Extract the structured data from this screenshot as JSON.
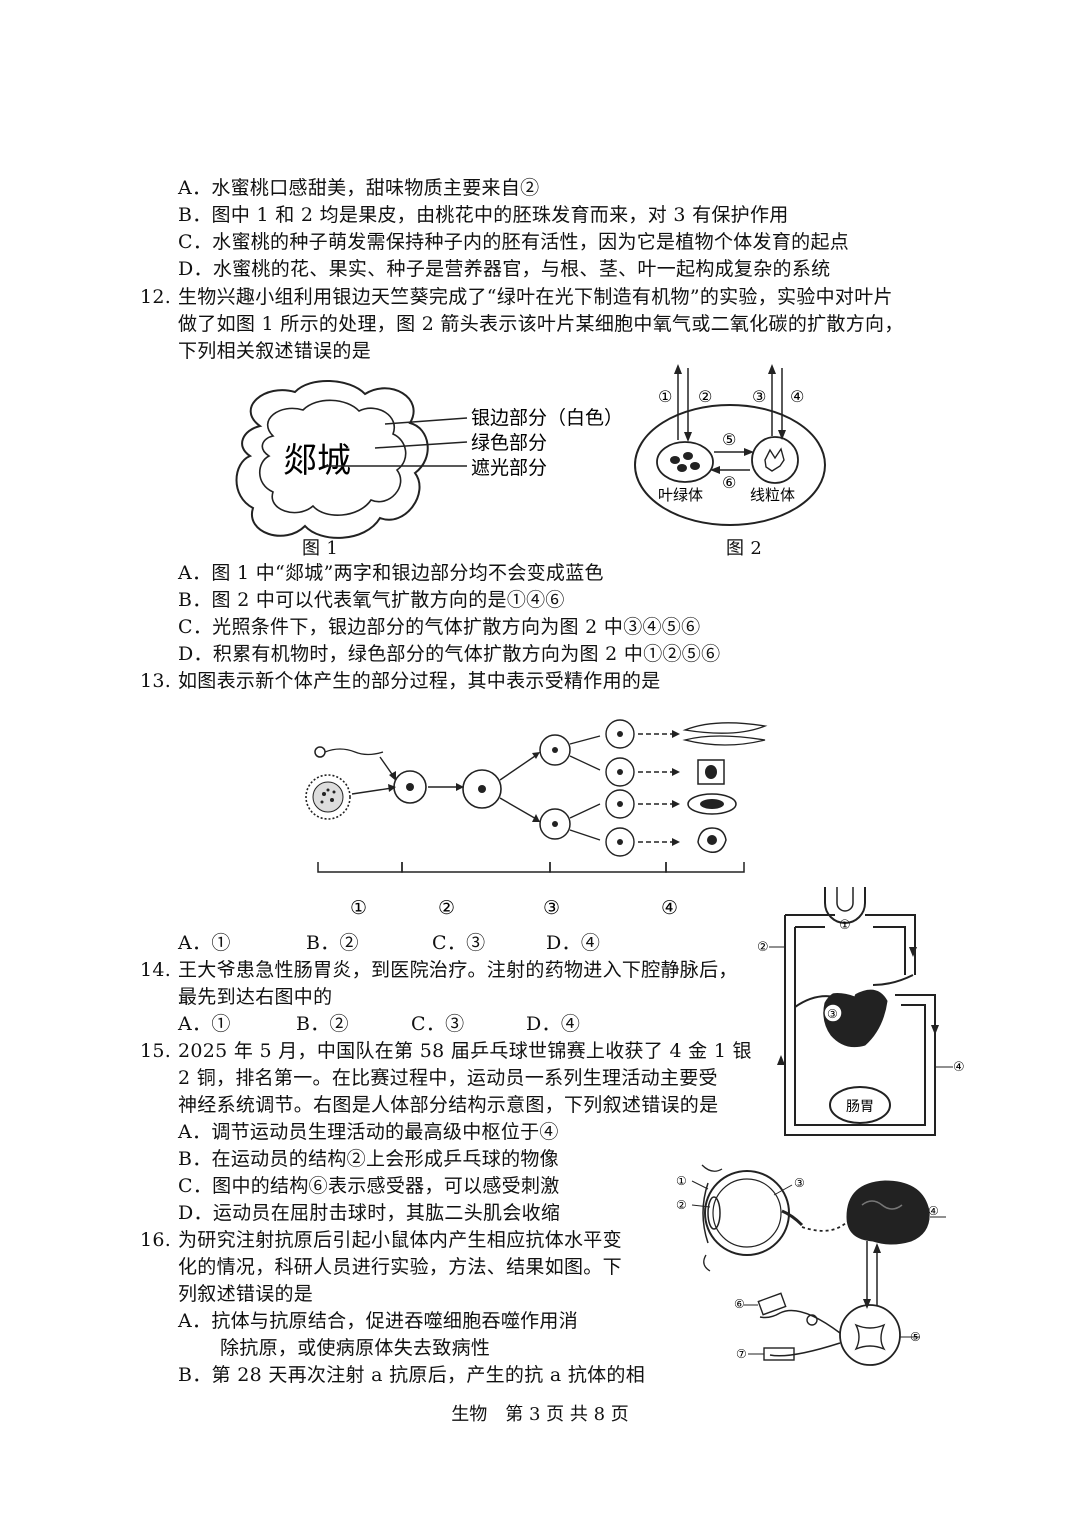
{
  "q11": {
    "a": "A．水蜜桃口感甜美，甜味物质主要来自②",
    "b": "B．图中 1 和 2 均是果皮，由桃花中的胚珠发育而来，对 3 有保护作用",
    "c": "C．水蜜桃的种子萌发需保持种子内的胚有活性，因为它是植物个体发育的起点",
    "d": "D．水蜜桃的花、果实、种子是营养器官，与根、茎、叶一起构成复杂的系统"
  },
  "q12": {
    "number": "12.",
    "line1": "生物兴趣小组利用银边天竺葵完成了“绿叶在光下制造有机物”的实验，实验中对叶片",
    "line2": "做了如图 1 所示的处理，图 2 箭头表示该叶片某细胞中氧气或二氧化碳的扩散方向，",
    "line3": "下列相关叙述错误的是",
    "fig1": {
      "leaf_text": "郯城",
      "label1": "银边部分（白色）",
      "label2": "绿色部分",
      "label3": "遮光部分",
      "caption": "图 1"
    },
    "fig2": {
      "n1": "①",
      "n2": "②",
      "n3": "③",
      "n4": "④",
      "n5": "⑤",
      "n6": "⑥",
      "chloroplast": "叶绿体",
      "mitochondria": "线粒体",
      "caption": "图 2"
    },
    "a": "A．图 1 中“郯城”两字和银边部分均不会变成蓝色",
    "b": "B．图 2 中可以代表氧气扩散方向的是①④⑥",
    "c": "C．光照条件下，银边部分的气体扩散方向为图 2 中③④⑤⑥",
    "d": "D．积累有机物时，绿色部分的气体扩散方向为图 2 中①②⑤⑥"
  },
  "q13": {
    "number": "13.",
    "stem": "如图表示新个体产生的部分过程，其中表示受精作用的是",
    "labels": [
      "①",
      "②",
      "③",
      "④"
    ],
    "a": "A．①",
    "b": "B．②",
    "c": "C．③",
    "d": "D．④"
  },
  "q14": {
    "number": "14.",
    "line1": "王大爷患急性肠胃炎，到医院治疗。注射的药物进入下腔静脉后，",
    "line2": "最先到达右图中的",
    "fig": {
      "n1": "①",
      "n2": "②",
      "n3": "③",
      "n4": "④",
      "organ": "肠胃"
    },
    "a": "A．①",
    "b": "B．②",
    "c": "C．③",
    "d": "D．④"
  },
  "q15": {
    "number": "15.",
    "line1": "2025 年 5 月，中国队在第 58 届乒乓球世锦赛上收获了 4 金 1 银",
    "line2": "2 铜，排名第一。在比赛过程中，运动员一系列生理活动主要受",
    "line3": "神经系统调节。右图是人体部分结构示意图，下列叙述错误的是",
    "fig": {
      "n1": "①",
      "n2": "②",
      "n3": "③",
      "n4": "④",
      "n5": "⑤",
      "n6": "⑥",
      "n7": "⑦"
    },
    "a": "A．调节运动员生理活动的最高级中枢位于④",
    "b": "B．在运动员的结构②上会形成乒乓球的物像",
    "c": "C．图中的结构⑥表示感受器，可以感受刺激",
    "d": "D．运动员在屈肘击球时，其肱二头肌会收缩"
  },
  "q16": {
    "number": "16.",
    "line1": "为研究注射抗原后引起小鼠体内产生相应抗体水平变",
    "line2": "化的情况，科研人员进行实验，方法、结果如图。下",
    "line3": "列叙述错误的是",
    "a1": "A．抗体与抗原结合，促进吞噬细胞吞噬作用消",
    "a2": "除抗原，或使病原体失去致病性",
    "b1": "B．第 28 天再次注射 a 抗原后，产生的抗 a 抗体的相"
  },
  "footer": "生物　第 3 页 共 8 页"
}
